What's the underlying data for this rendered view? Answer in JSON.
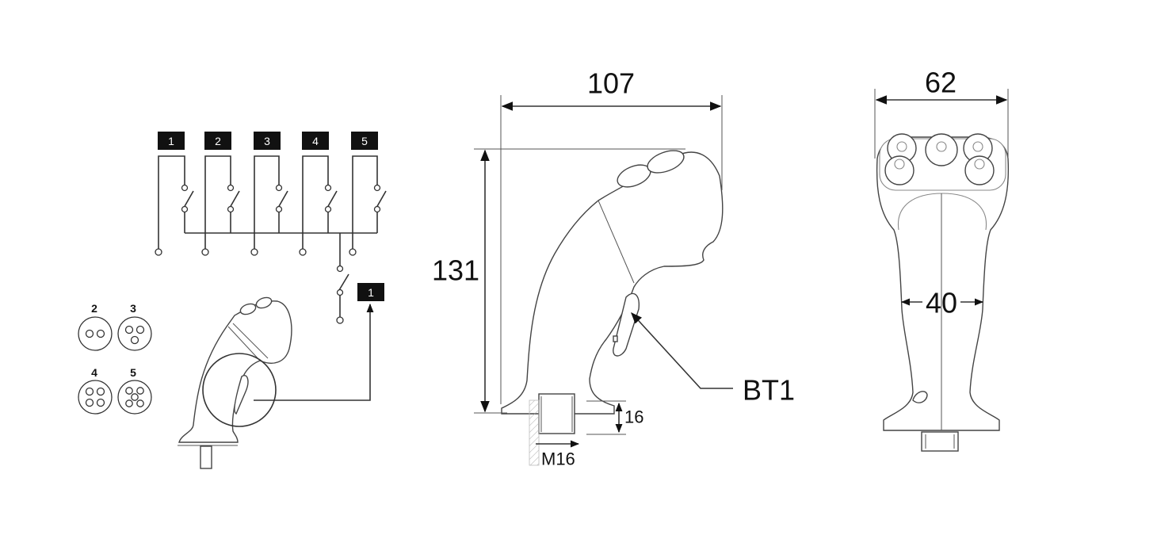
{
  "schematic": {
    "switch_labels": [
      "1",
      "2",
      "3",
      "4",
      "5"
    ],
    "trigger_label": "1"
  },
  "connectors": [
    {
      "label": "2",
      "pins": 2
    },
    {
      "label": "3",
      "pins": 3
    },
    {
      "label": "4",
      "pins": 4
    },
    {
      "label": "5",
      "pins": 5
    }
  ],
  "side_view": {
    "width_dim": "107",
    "height_dim": "131",
    "thread_height_dim": "16",
    "thread_label": "M16",
    "trigger_callout": "BT1"
  },
  "front_view": {
    "width_dim": "62",
    "grip_width_dim": "40"
  }
}
